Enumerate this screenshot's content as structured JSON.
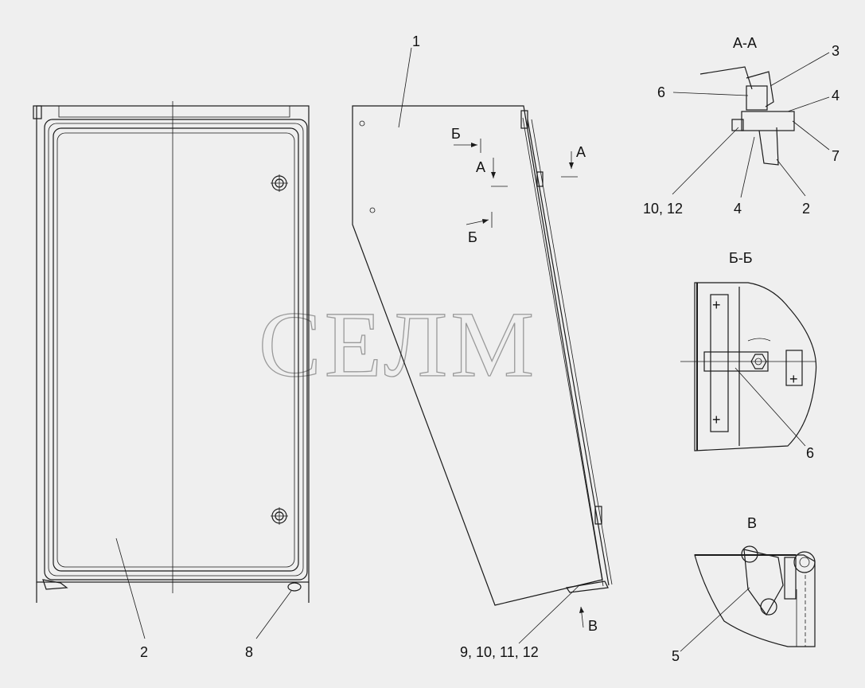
{
  "watermark": "СЕЛМ",
  "labels": {
    "part1": "1",
    "door_part2": "2",
    "door_part8": "8",
    "hinge_parts": "9, 10, 11, 12",
    "arrow_b_top": "Б",
    "arrow_a_left": "А",
    "arrow_a_right": "А",
    "arrow_b_bottom": "Б",
    "arrow_v": "В"
  },
  "section_aa": {
    "title": "А-А",
    "callouts": [
      "3",
      "6",
      "4",
      "7",
      "10, 12",
      "4",
      "2"
    ]
  },
  "section_bb": {
    "title": "Б-Б",
    "callouts": [
      "6"
    ]
  },
  "view_v": {
    "title": "В",
    "callouts": [
      "5"
    ]
  }
}
